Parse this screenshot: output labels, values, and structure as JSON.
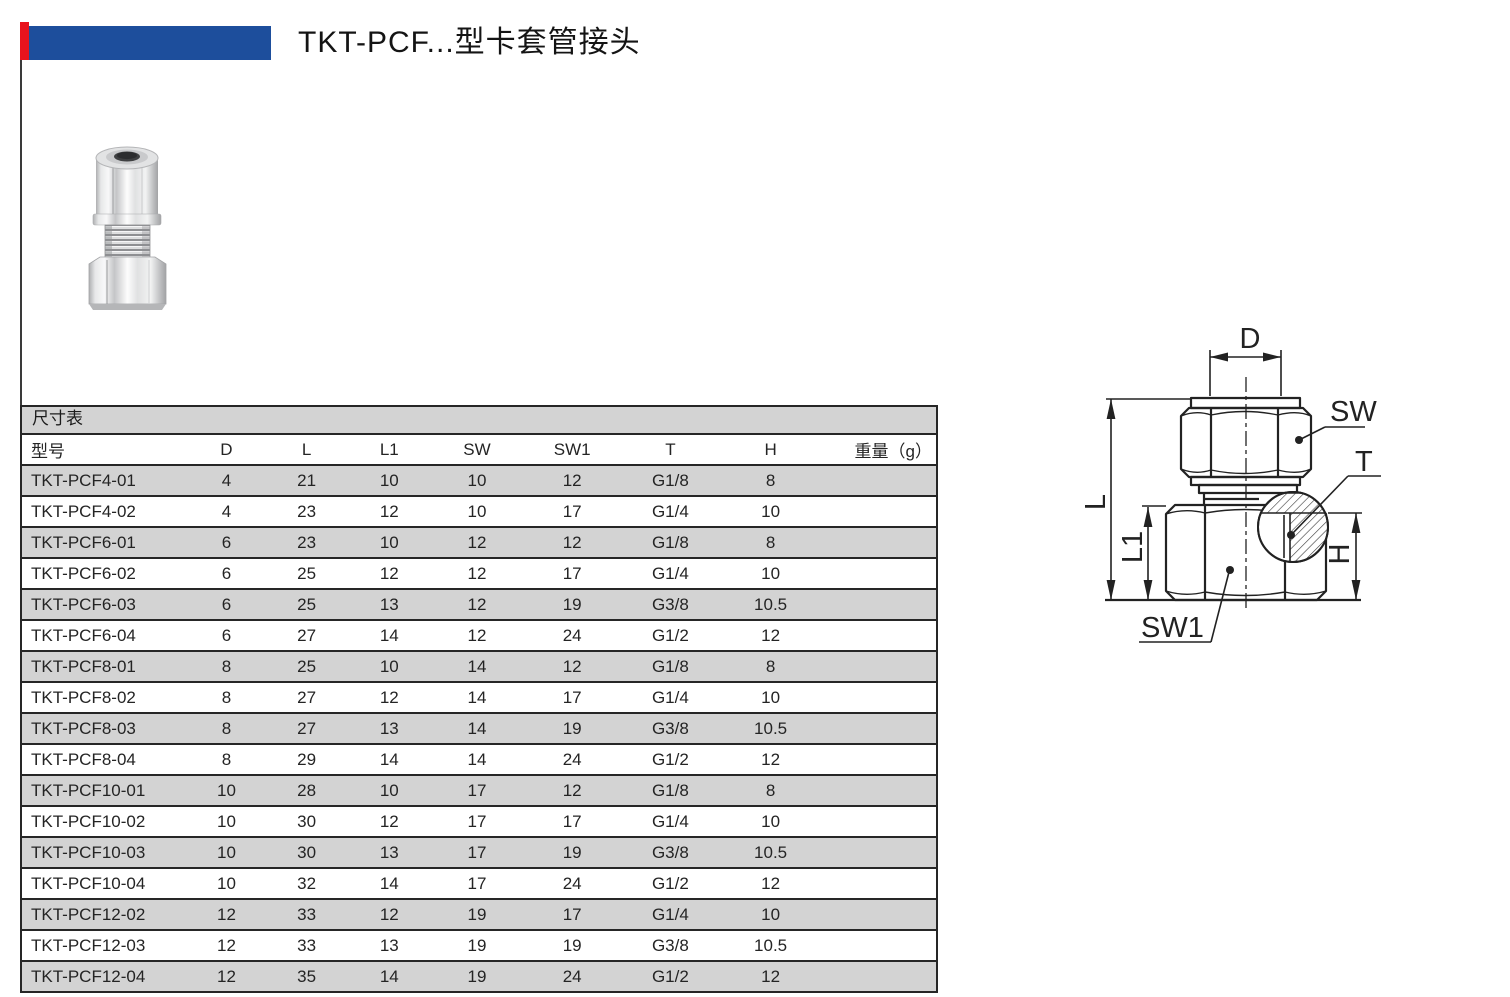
{
  "colors": {
    "accent-red": "#e8131d",
    "brand-blue": "#1d4e9c",
    "row-gray": "#d3d3d3",
    "line-dark": "#262626"
  },
  "header": {
    "title": "TKT-PCF...型卡套管接头"
  },
  "table": {
    "caption": "尺寸表",
    "columns": [
      "型号",
      "D",
      "L",
      "L1",
      "SW",
      "SW1",
      "T",
      "H",
      "重量（g）"
    ],
    "rows": [
      [
        "TKT-PCF4-01",
        "4",
        "21",
        "10",
        "10",
        "12",
        "G1/8",
        "8",
        ""
      ],
      [
        "TKT-PCF4-02",
        "4",
        "23",
        "12",
        "10",
        "17",
        "G1/4",
        "10",
        ""
      ],
      [
        "TKT-PCF6-01",
        "6",
        "23",
        "10",
        "12",
        "12",
        "G1/8",
        "8",
        ""
      ],
      [
        "TKT-PCF6-02",
        "6",
        "25",
        "12",
        "12",
        "17",
        "G1/4",
        "10",
        ""
      ],
      [
        "TKT-PCF6-03",
        "6",
        "25",
        "13",
        "12",
        "19",
        "G3/8",
        "10.5",
        ""
      ],
      [
        "TKT-PCF6-04",
        "6",
        "27",
        "14",
        "12",
        "24",
        "G1/2",
        "12",
        ""
      ],
      [
        "TKT-PCF8-01",
        "8",
        "25",
        "10",
        "14",
        "12",
        "G1/8",
        "8",
        ""
      ],
      [
        "TKT-PCF8-02",
        "8",
        "27",
        "12",
        "14",
        "17",
        "G1/4",
        "10",
        ""
      ],
      [
        "TKT-PCF8-03",
        "8",
        "27",
        "13",
        "14",
        "19",
        "G3/8",
        "10.5",
        ""
      ],
      [
        "TKT-PCF8-04",
        "8",
        "29",
        "14",
        "14",
        "24",
        "G1/2",
        "12",
        ""
      ],
      [
        "TKT-PCF10-01",
        "10",
        "28",
        "10",
        "17",
        "12",
        "G1/8",
        "8",
        ""
      ],
      [
        "TKT-PCF10-02",
        "10",
        "30",
        "12",
        "17",
        "17",
        "G1/4",
        "10",
        ""
      ],
      [
        "TKT-PCF10-03",
        "10",
        "30",
        "13",
        "17",
        "19",
        "G3/8",
        "10.5",
        ""
      ],
      [
        "TKT-PCF10-04",
        "10",
        "32",
        "14",
        "17",
        "24",
        "G1/2",
        "12",
        ""
      ],
      [
        "TKT-PCF12-02",
        "12",
        "33",
        "12",
        "19",
        "17",
        "G1/4",
        "10",
        ""
      ],
      [
        "TKT-PCF12-03",
        "12",
        "33",
        "13",
        "19",
        "19",
        "G3/8",
        "10.5",
        ""
      ],
      [
        "TKT-PCF12-04",
        "12",
        "35",
        "14",
        "19",
        "24",
        "G1/2",
        "12",
        ""
      ]
    ]
  },
  "diagram": {
    "labels": {
      "d": "D",
      "sw": "SW",
      "t": "T",
      "l": "L",
      "l1": "L1",
      "h": "H",
      "sw1": "SW1"
    }
  }
}
